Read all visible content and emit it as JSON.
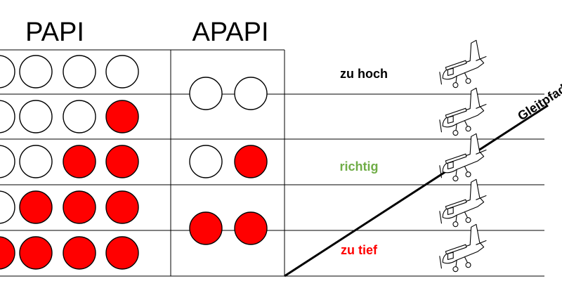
{
  "headings": {
    "papi": "PAPI",
    "apapi": "APAPI"
  },
  "status": {
    "high": "zu hoch",
    "correct": "richtig",
    "low": "zu tief"
  },
  "glide_label": "Gleitpfad",
  "colors": {
    "red": "#ff0000",
    "white": "#ffffff",
    "status_high": "#000000",
    "status_correct": "#70ad47",
    "status_low": "#ff0000"
  },
  "papi_rows": [
    [
      "white",
      "white",
      "white",
      "white"
    ],
    [
      "white",
      "white",
      "white",
      "red"
    ],
    [
      "white",
      "white",
      "red",
      "red"
    ],
    [
      "white",
      "red",
      "red",
      "red"
    ],
    [
      "red",
      "red",
      "red",
      "red"
    ]
  ],
  "apapi_rows": [
    [
      "white",
      "white"
    ],
    [
      "white",
      "red"
    ],
    [
      "red",
      "red"
    ]
  ]
}
